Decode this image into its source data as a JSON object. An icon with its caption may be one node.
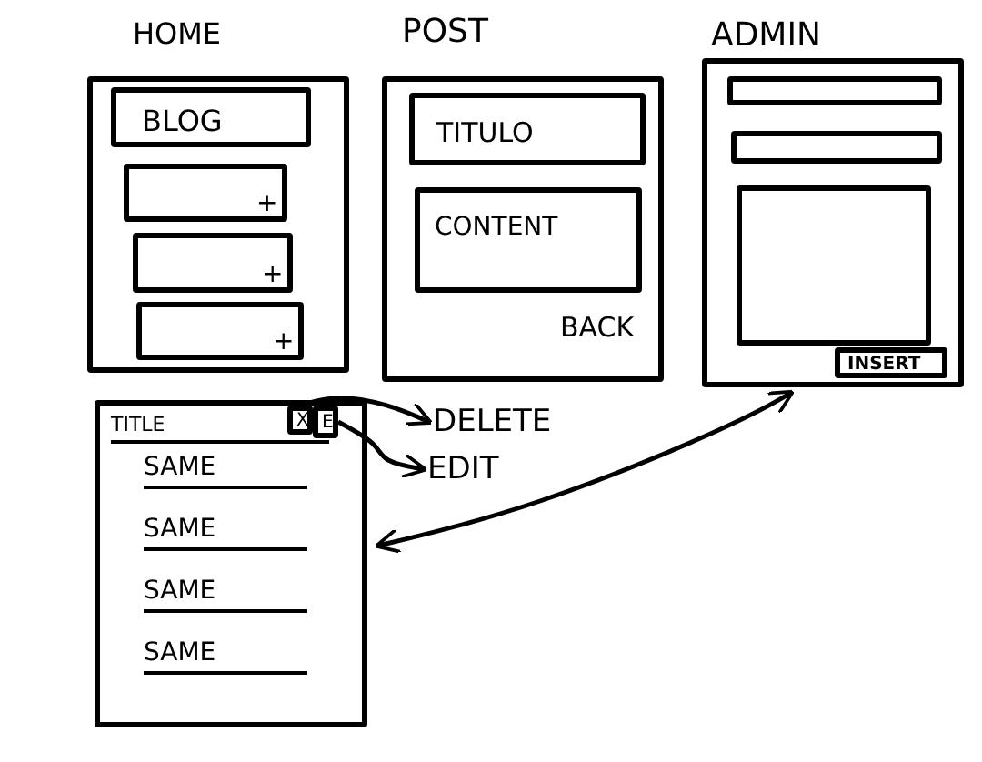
{
  "diagram": {
    "nodes": [
      {
        "text": [
          "HOME"
        ]
      },
      {
        "text": [
          "BLOG"
        ],
        "in": 0
      },
      {
        "text": [
          "+"
        ],
        "in": 0
      },
      {
        "text": [
          "+"
        ],
        "in": 0
      },
      {
        "text": [
          "+"
        ],
        "in": 0
      },
      {
        "text": [
          "POST",
          "BACK"
        ]
      },
      {
        "text": [
          "TITULO"
        ],
        "in": 5
      },
      {
        "text": [
          "CONTENT"
        ],
        "in": 5
      },
      {
        "text": [
          "ADMIN"
        ]
      },
      {
        "text": [],
        "shape": "box",
        "in": 8
      },
      {
        "text": [],
        "shape": "box",
        "in": 8
      },
      {
        "text": [],
        "shape": "box",
        "in": 8
      },
      {
        "text": [
          "INSERT"
        ],
        "in": 8
      },
      {
        "text": [
          "TITLE",
          "SAME",
          "SAME",
          "SAME",
          "SAME"
        ]
      },
      {
        "text": [
          "X"
        ],
        "in": 13
      },
      {
        "text": [
          "E"
        ],
        "in": 13
      },
      {
        "text": [
          "DELETE"
        ]
      },
      {
        "text": [
          "EDIT"
        ]
      }
    ],
    "edges": [
      {
        "from": 14,
        "to": 16,
        "arrow": "to"
      },
      {
        "from": 15,
        "to": 17,
        "arrow": "to"
      },
      {
        "from": 13,
        "to": 8,
        "arrow": "both"
      }
    ]
  }
}
